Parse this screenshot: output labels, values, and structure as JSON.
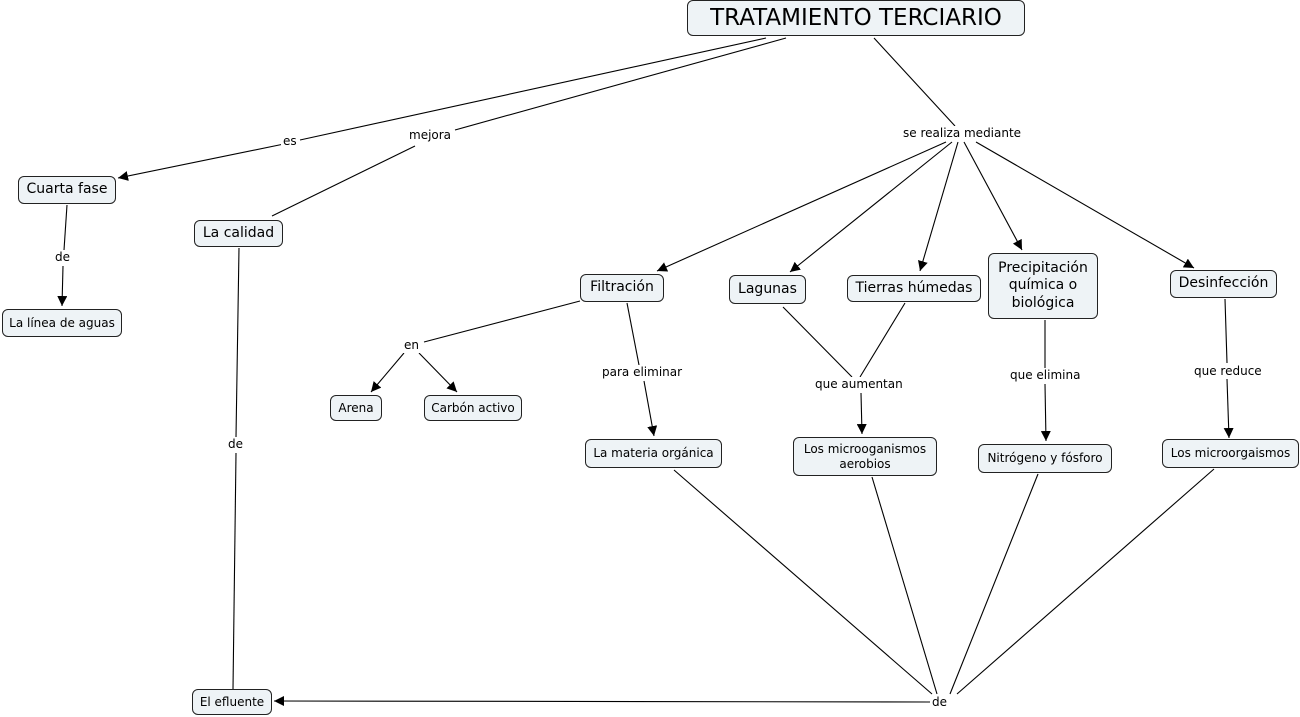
{
  "nodes": {
    "title": "TRATAMIENTO TERCIARIO",
    "cuarta_fase": "Cuarta fase",
    "linea_aguas": "La línea de aguas",
    "la_calidad": "La calidad",
    "el_efluente": "El efluente",
    "filtracion": "Filtración",
    "arena": "Arena",
    "carbon": "Carbón activo",
    "materia": "La materia orgánica",
    "lagunas": "Lagunas",
    "tierras": "Tierras húmedas",
    "microorg_aerobios": "Los microoganismos aerobios",
    "precipitacion": "Precipitación química o biológica",
    "nitrogeno": "Nitrógeno y fósforo",
    "desinfeccion": "Desinfección",
    "microorgaismos": "Los microorgaismos"
  },
  "links": {
    "es": "es",
    "mejora": "mejora",
    "se_realiza": "se realiza mediante",
    "de_linea": "de",
    "de_calidad": "de",
    "en": "en",
    "para_eliminar": "para eliminar",
    "que_aumentan": "que aumentan",
    "que_elimina": "que elimina",
    "que_reduce": "que reduce",
    "de_bottom": "de"
  }
}
